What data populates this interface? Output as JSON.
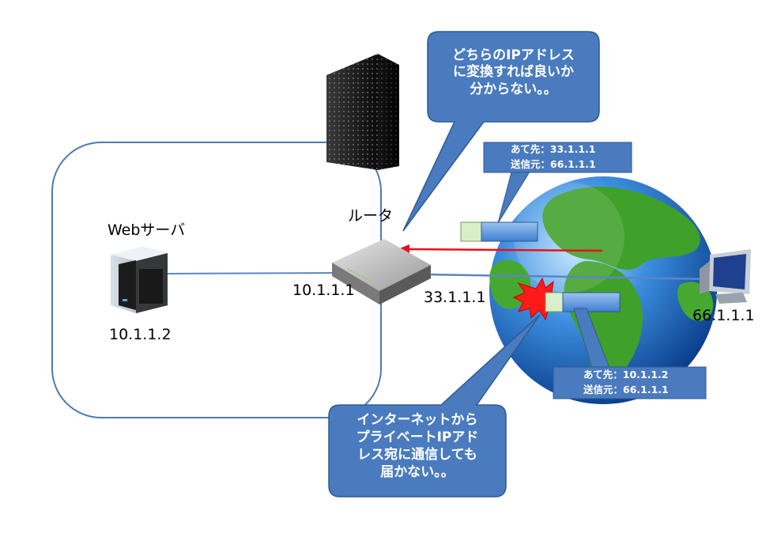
{
  "labels": {
    "web_server": "Webサーバ",
    "web_server_ip": "10.1.1.2",
    "router": "ルータ",
    "router_inside_ip": "10.1.1.1",
    "router_outside_ip": "33.1.1.1",
    "client_ip": "66.1.1.1"
  },
  "callouts": {
    "top": [
      "どちらのIPアドレス",
      "に変換すれば良いか",
      "分からない。。"
    ],
    "bottom": [
      "インターネットから",
      "プライベートIPアド",
      "レス宛に通信しても",
      "届かない。。"
    ]
  },
  "packet_headers": {
    "upper": [
      "あて先：33.1.1.1",
      "送信元：66.1.1.1"
    ],
    "lower": [
      "あて先：10.1.1.2",
      "送信元：66.1.1.1"
    ]
  },
  "colors": {
    "callout_fill": "#4a7bbf",
    "callout_stroke": "#2f5a94",
    "network_line": "#5b86c4",
    "arrow": "#e8101a",
    "explosion": "#ff1a1a"
  },
  "icons": [
    "building-icon",
    "server-icon",
    "router-icon",
    "globe-icon",
    "monitor-icon",
    "explosion-icon",
    "packet-icon"
  ]
}
